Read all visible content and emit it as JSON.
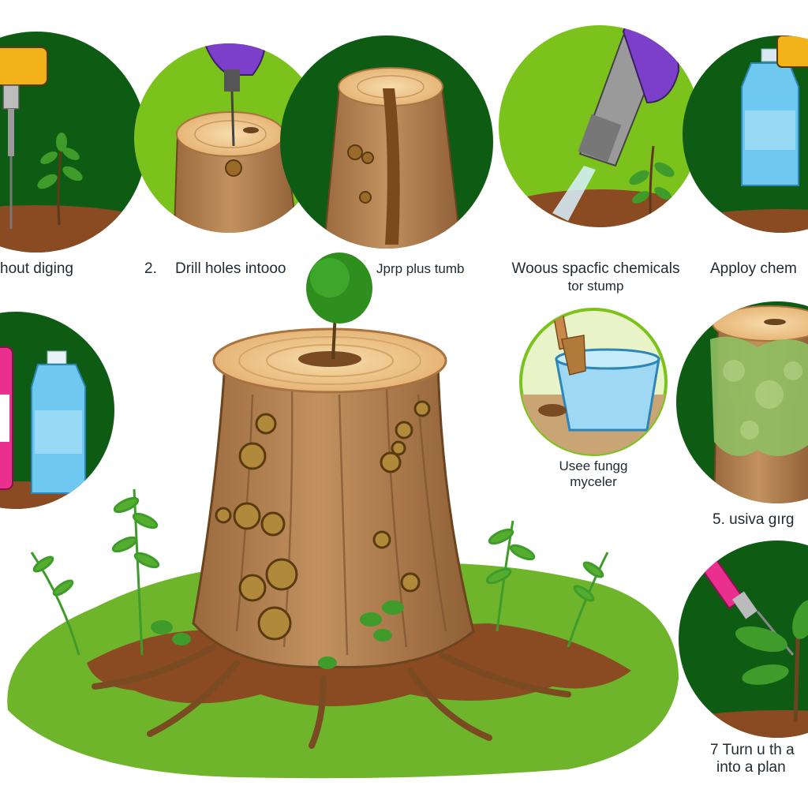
{
  "captions": {
    "c1": "hout diging",
    "c2_num": "2.",
    "c2_text": "Drill holes intooo",
    "c3": "Jprp plus tumb",
    "c4_line1": "Woous spacfic chemicals",
    "c4_line2": "tor stump",
    "c5": "Apploy chem",
    "c6_line1": "Usee fungg",
    "c6_line2": "myceler",
    "c7": "5. usiva gırg",
    "c8_line1": "7  Turn u th a",
    "c8_line2": "into a plan"
  },
  "colors": {
    "circle_dark_green": "#0e5c13",
    "circle_lime": "#7cc21c",
    "wood": "#b8875a",
    "wood_dark": "#8a5a33",
    "wood_top": "#f1cf9a",
    "soil": "#8a4a22",
    "grass": "#6fb52c",
    "leaf": "#3f9b2a",
    "glove_purple": "#7b3fc9",
    "bottle_blue": "#6fc8f0",
    "bottle_pink": "#ea2f8e"
  },
  "icons": [
    "drill-icon",
    "glove-icon",
    "tree-stump-icon",
    "sapling-icon",
    "spray-nozzle-icon",
    "water-bottle-icon",
    "chemical-bottle-icon",
    "cup-icon",
    "shovel-icon",
    "moss-icon",
    "syringe-icon",
    "plant-icon"
  ]
}
